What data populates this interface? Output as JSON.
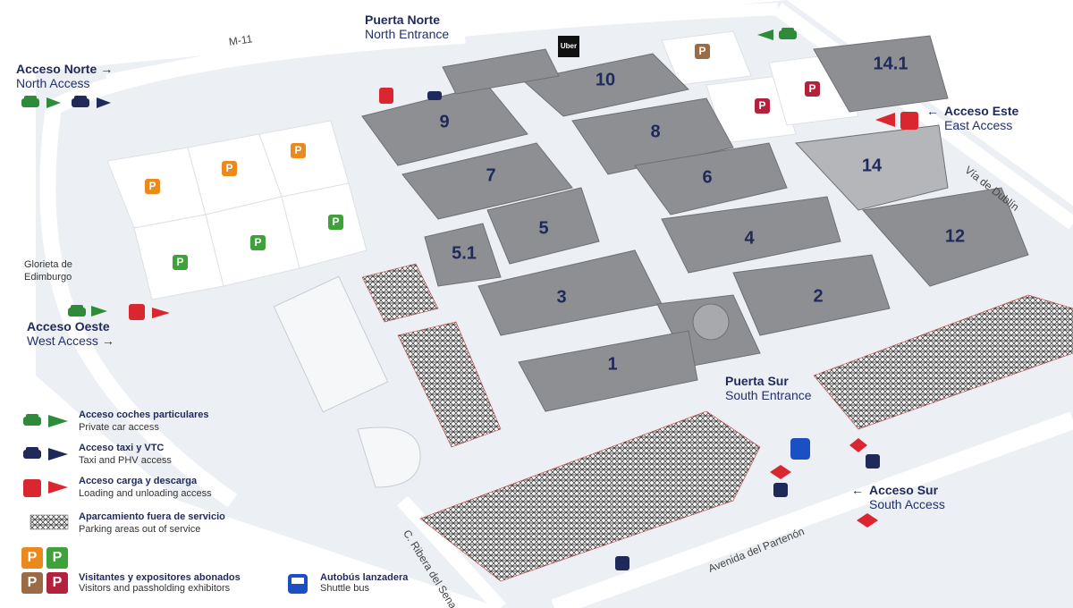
{
  "entrances": {
    "north_gate": {
      "es": "Puerta Norte",
      "en": "North Entrance"
    },
    "south_gate": {
      "es": "Puerta Sur",
      "en": "South Entrance"
    },
    "north_access": {
      "es": "Acceso Norte",
      "en": "North Access",
      "arrow": "→"
    },
    "west_access": {
      "es": "Acceso Oeste",
      "en": "West Access",
      "arrow": "→"
    },
    "east_access": {
      "es": "Acceso Este",
      "en": "East Access",
      "arrow": "←"
    },
    "south_access": {
      "es": "Acceso Sur",
      "en": "South Access",
      "arrow": "←"
    }
  },
  "halls": [
    "1",
    "2",
    "3",
    "4",
    "5",
    "5.1",
    "6",
    "7",
    "8",
    "9",
    "10",
    "12",
    "14",
    "14.1"
  ],
  "streets": {
    "m11": "M-11",
    "dublin": "Vía de Dublín",
    "partenon": "Avenida del Partenón",
    "sena": "C. Ribera del Sena"
  },
  "places": {
    "glorieta_line1": "Glorieta de",
    "glorieta_line2": "Edimburgo"
  },
  "uber_label": "Uber",
  "parking_letter": "P",
  "legend": {
    "car": {
      "es": "Acceso coches particulares",
      "en": "Private car access"
    },
    "taxi": {
      "es": "Acceso taxi y VTC",
      "en": "Taxi and PHV access"
    },
    "loading": {
      "es": "Acceso carga y descarga",
      "en": "Loading and unloading access"
    },
    "out_of_service": {
      "es": "Aparcamiento fuera de servicio",
      "en": "Parking areas out of service"
    },
    "visitors": {
      "es": "Visitantes y expositores abonados",
      "en": "Visitors and passholding exhibitors"
    },
    "shuttle": {
      "es": "Autobús lanzadera",
      "en": "Shuttle bus"
    }
  },
  "colors": {
    "navy": "#1f2a5a",
    "car_green": "#2e8b3a",
    "loading_red": "#d9262f",
    "parking_orange": "#ea8a1e",
    "parking_green": "#3fa13a",
    "parking_brown": "#9a6b45",
    "parking_red": "#b3213c",
    "shuttle_blue": "#1d4fc4",
    "hall_gray": "#8e8f93"
  },
  "icons": [
    "car-icon",
    "taxi-icon",
    "truck-icon",
    "bus-icon",
    "metro-icon",
    "parking-icon",
    "uber-icon"
  ]
}
